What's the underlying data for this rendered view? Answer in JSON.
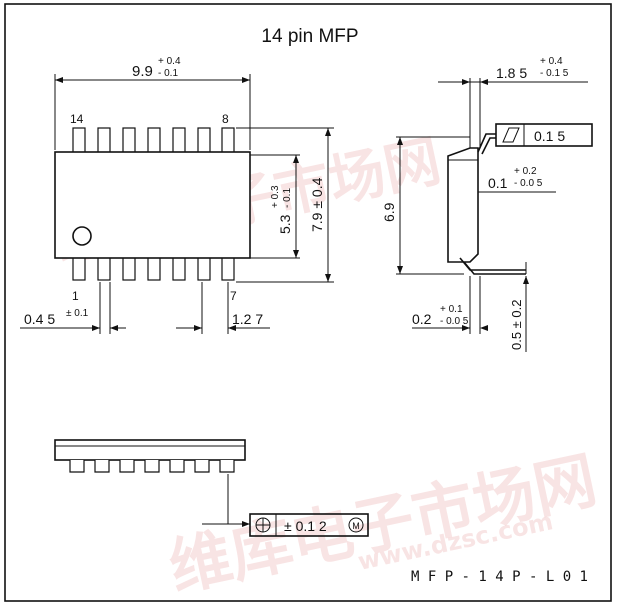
{
  "title": "14 pin MFP",
  "top_view": {
    "pin_top_left": "14",
    "pin_top_right": "8",
    "pin_bottom_left": "1",
    "pin_bottom_right": "7",
    "width_nominal": "9.9",
    "width_tol_plus": "+ 0.4",
    "width_tol_minus": "- 0.1",
    "body_height_nominal": "5.3",
    "body_height_tol_plus": "+ 0.3",
    "body_height_tol_minus": "- 0.1",
    "overall_height": "7.9 ± 0.4",
    "lead_width": "0.4 5",
    "lead_width_tol": "± 0.1",
    "pitch": "1.2 7"
  },
  "side_view": {
    "height_nominal": "1.8 5",
    "height_tol_plus": "+ 0.4",
    "height_tol_minus": "- 0.1 5",
    "flatness_value": "0.1 5",
    "standoff_nominal": "0.1",
    "standoff_tol_plus": "+ 0.2",
    "standoff_tol_minus": "- 0.0 5",
    "body_dim": "6.9",
    "lead_thk_nominal": "0.2",
    "lead_thk_tol_plus": "+ 0.1",
    "lead_thk_tol_minus": "- 0.0 5",
    "foot_length": "0.5 ± 0.2"
  },
  "front_view": {
    "position_tol": "± 0.1 2",
    "modifier": "M"
  },
  "part_code": "M F P - 1 4 P - L 0 1",
  "watermark": {
    "chinese": "维库电子市场网",
    "url": "www.dzsc.com"
  }
}
